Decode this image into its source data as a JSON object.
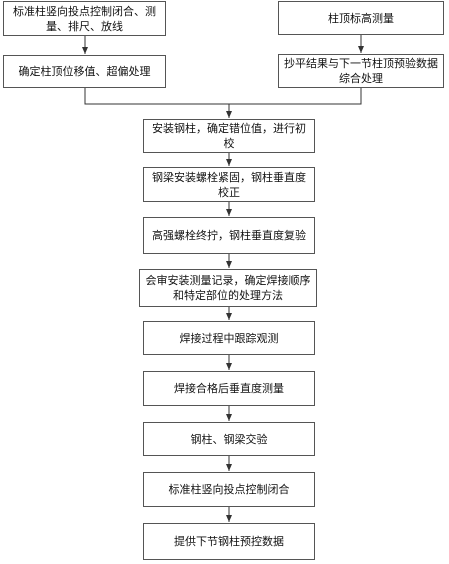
{
  "nodes": {
    "n1": "标准柱竖向投点控制闭合、测量、排尺、放线",
    "n2": "确定柱顶位移值、超偏处理",
    "n3": "柱顶标高测量",
    "n4": "抄平结果与下一节柱顶预验数据综合处理",
    "n5": "安装钢柱，确定错位值，进行初校",
    "n6": "钢梁安装螺栓紧固，钢柱垂直度校正",
    "n7": "高强螺栓终拧，钢柱垂直度复验",
    "n8": "会审安装测量记录，确定焊接顺序和特定部位的处理方法",
    "n9": "焊接过程中跟踪观测",
    "n10": "焊接合格后垂直度测量",
    "n11": "钢柱、钢梁交验",
    "n12": "标准柱竖向投点控制闭合",
    "n13": "提供下节钢柱预控数据"
  },
  "colors": {
    "line": "#333333",
    "border": "#555555",
    "text": "#111111"
  }
}
